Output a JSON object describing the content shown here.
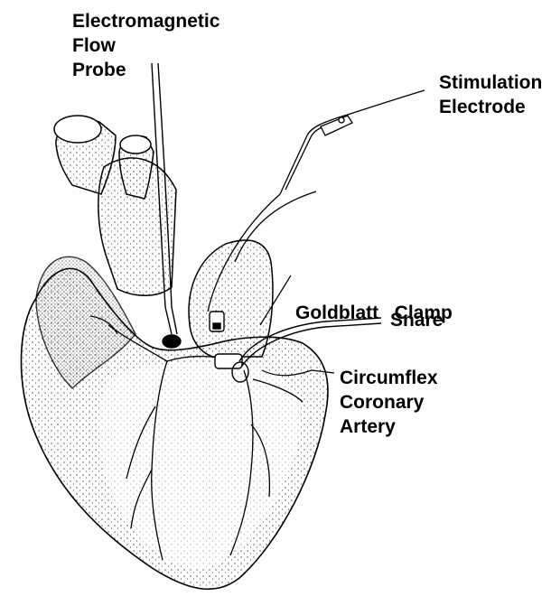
{
  "labels": {
    "flow_probe": [
      "Electromagnetic",
      "Flow",
      "Probe"
    ],
    "stimulation_electrode": [
      "Stimulation",
      "Electrode"
    ],
    "goldblatt_clamp": "Goldblatt   Clamp",
    "snare": "Snare",
    "circumflex_artery": [
      "Circumflex",
      "Coronary",
      "Artery"
    ]
  },
  "colors": {
    "ink": "#000000",
    "paper": "#ffffff"
  }
}
